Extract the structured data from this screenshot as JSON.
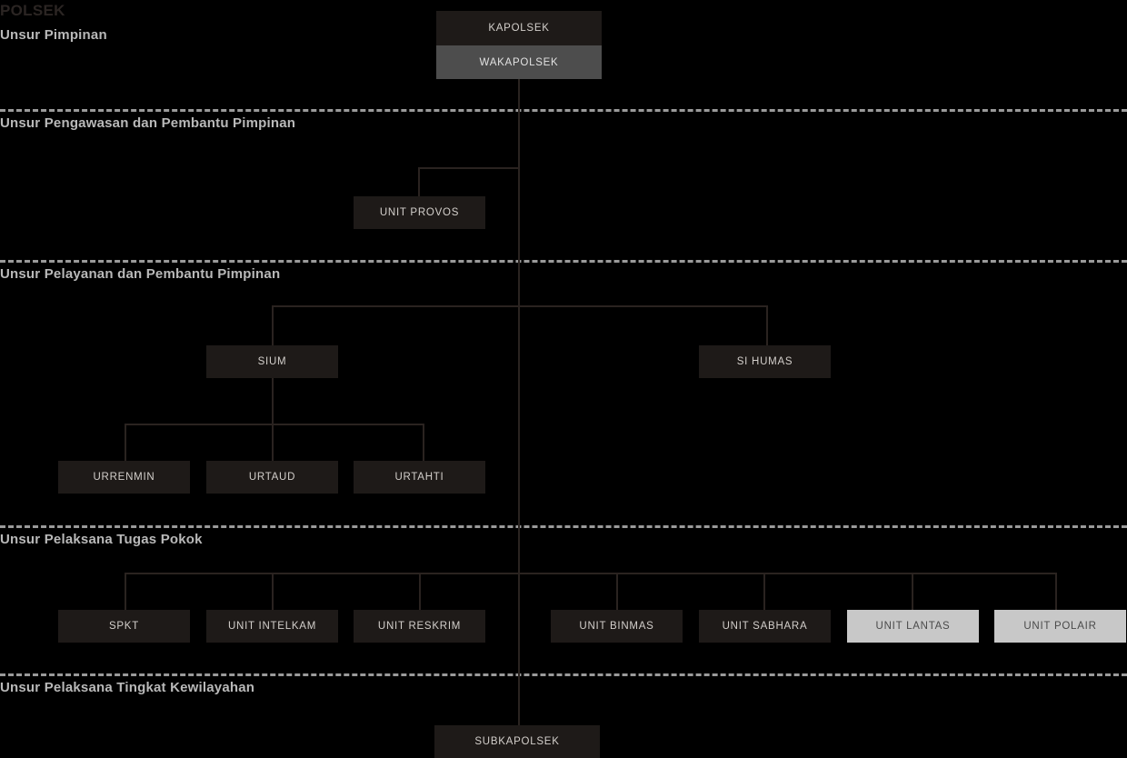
{
  "chart_data": {
    "type": "diagram",
    "title": "POLSEK",
    "diagram_kind": "organizational-chart",
    "sections": [
      {
        "id": "pimpinan",
        "label": "Unsur Pimpinan"
      },
      {
        "id": "pengawasan",
        "label": "Unsur Pengawasan dan Pembantu Pimpinan"
      },
      {
        "id": "pelayanan",
        "label": "Unsur Pelayanan dan Pembantu Pimpinan"
      },
      {
        "id": "tugas-pokok",
        "label": "Unsur Pelaksana Tugas Pokok"
      },
      {
        "id": "kewilayahan",
        "label": "Unsur Pelaksana Tingkat Kewilayahan"
      }
    ],
    "nodes": [
      {
        "id": "kapolsek",
        "label": "KAPOLSEK",
        "section": "pimpinan",
        "style": "dark"
      },
      {
        "id": "wakapolsek",
        "label": "WAKAPOLSEK",
        "section": "pimpinan",
        "style": "mid"
      },
      {
        "id": "unit-provos",
        "label": "UNIT PROVOS",
        "section": "pengawasan",
        "style": "dark"
      },
      {
        "id": "sium",
        "label": "SIUM",
        "section": "pelayanan",
        "style": "dark"
      },
      {
        "id": "si-humas",
        "label": "SI HUMAS",
        "section": "pelayanan",
        "style": "dark"
      },
      {
        "id": "urrenmin",
        "label": "URRENMIN",
        "section": "pelayanan",
        "style": "dark"
      },
      {
        "id": "urtaud",
        "label": "URTAUD",
        "section": "pelayanan",
        "style": "dark"
      },
      {
        "id": "urtahti",
        "label": "URTAHTI",
        "section": "pelayanan",
        "style": "dark"
      },
      {
        "id": "spkt",
        "label": "SPKT",
        "section": "tugas-pokok",
        "style": "dark"
      },
      {
        "id": "unit-intelkam",
        "label": "UNIT INTELKAM",
        "section": "tugas-pokok",
        "style": "dark"
      },
      {
        "id": "unit-reskrim",
        "label": "UNIT RESKRIM",
        "section": "tugas-pokok",
        "style": "dark"
      },
      {
        "id": "unit-binmas",
        "label": "UNIT BINMAS",
        "section": "tugas-pokok",
        "style": "dark"
      },
      {
        "id": "unit-sabhara",
        "label": "UNIT SABHARA",
        "section": "tugas-pokok",
        "style": "dark"
      },
      {
        "id": "unit-lantas",
        "label": "UNIT LANTAS",
        "section": "tugas-pokok",
        "style": "light"
      },
      {
        "id": "unit-polair",
        "label": "UNIT POLAIR",
        "section": "tugas-pokok",
        "style": "light"
      },
      {
        "id": "subkapolsek",
        "label": "SUBKAPOLSEK",
        "section": "kewilayahan",
        "style": "dark"
      }
    ],
    "colors": {
      "background": "#000000",
      "node_dark": "#1e1a18",
      "node_mid": "#4d4d4d",
      "node_light": "#c8c8c8",
      "connector": "#2a2320",
      "divider": "#9a9a9a",
      "section_text": "#b9b9b9",
      "title_text": "#2b2523"
    }
  },
  "title": {
    "text": "POLSEK"
  },
  "sections": {
    "pimpinan": {
      "label": "Unsur Pimpinan"
    },
    "pengawasan": {
      "label": "Unsur Pengawasan dan Pembantu Pimpinan"
    },
    "pelayanan": {
      "label": "Unsur Pelayanan dan Pembantu Pimpinan"
    },
    "tugas_pokok": {
      "label": "Unsur Pelaksana Tugas Pokok"
    },
    "kewilayahan": {
      "label": "Unsur Pelaksana Tingkat Kewilayahan"
    }
  },
  "nodes": {
    "kapolsek": {
      "label": "KAPOLSEK"
    },
    "wakapolsek": {
      "label": "WAKAPOLSEK"
    },
    "unit_provos": {
      "label": "UNIT PROVOS"
    },
    "sium": {
      "label": "SIUM"
    },
    "si_humas": {
      "label": "SI HUMAS"
    },
    "urrenmin": {
      "label": "URRENMIN"
    },
    "urtaud": {
      "label": "URTAUD"
    },
    "urtahti": {
      "label": "URTAHTI"
    },
    "spkt": {
      "label": "SPKT"
    },
    "unit_intelkam": {
      "label": "UNIT INTELKAM"
    },
    "unit_reskrim": {
      "label": "UNIT RESKRIM"
    },
    "unit_binmas": {
      "label": "UNIT BINMAS"
    },
    "unit_sabhara": {
      "label": "UNIT SABHARA"
    },
    "unit_lantas": {
      "label": "UNIT LANTAS"
    },
    "unit_polair": {
      "label": "UNIT POLAIR"
    },
    "subkapolsek": {
      "label": "SUBKAPOLSEK"
    }
  }
}
